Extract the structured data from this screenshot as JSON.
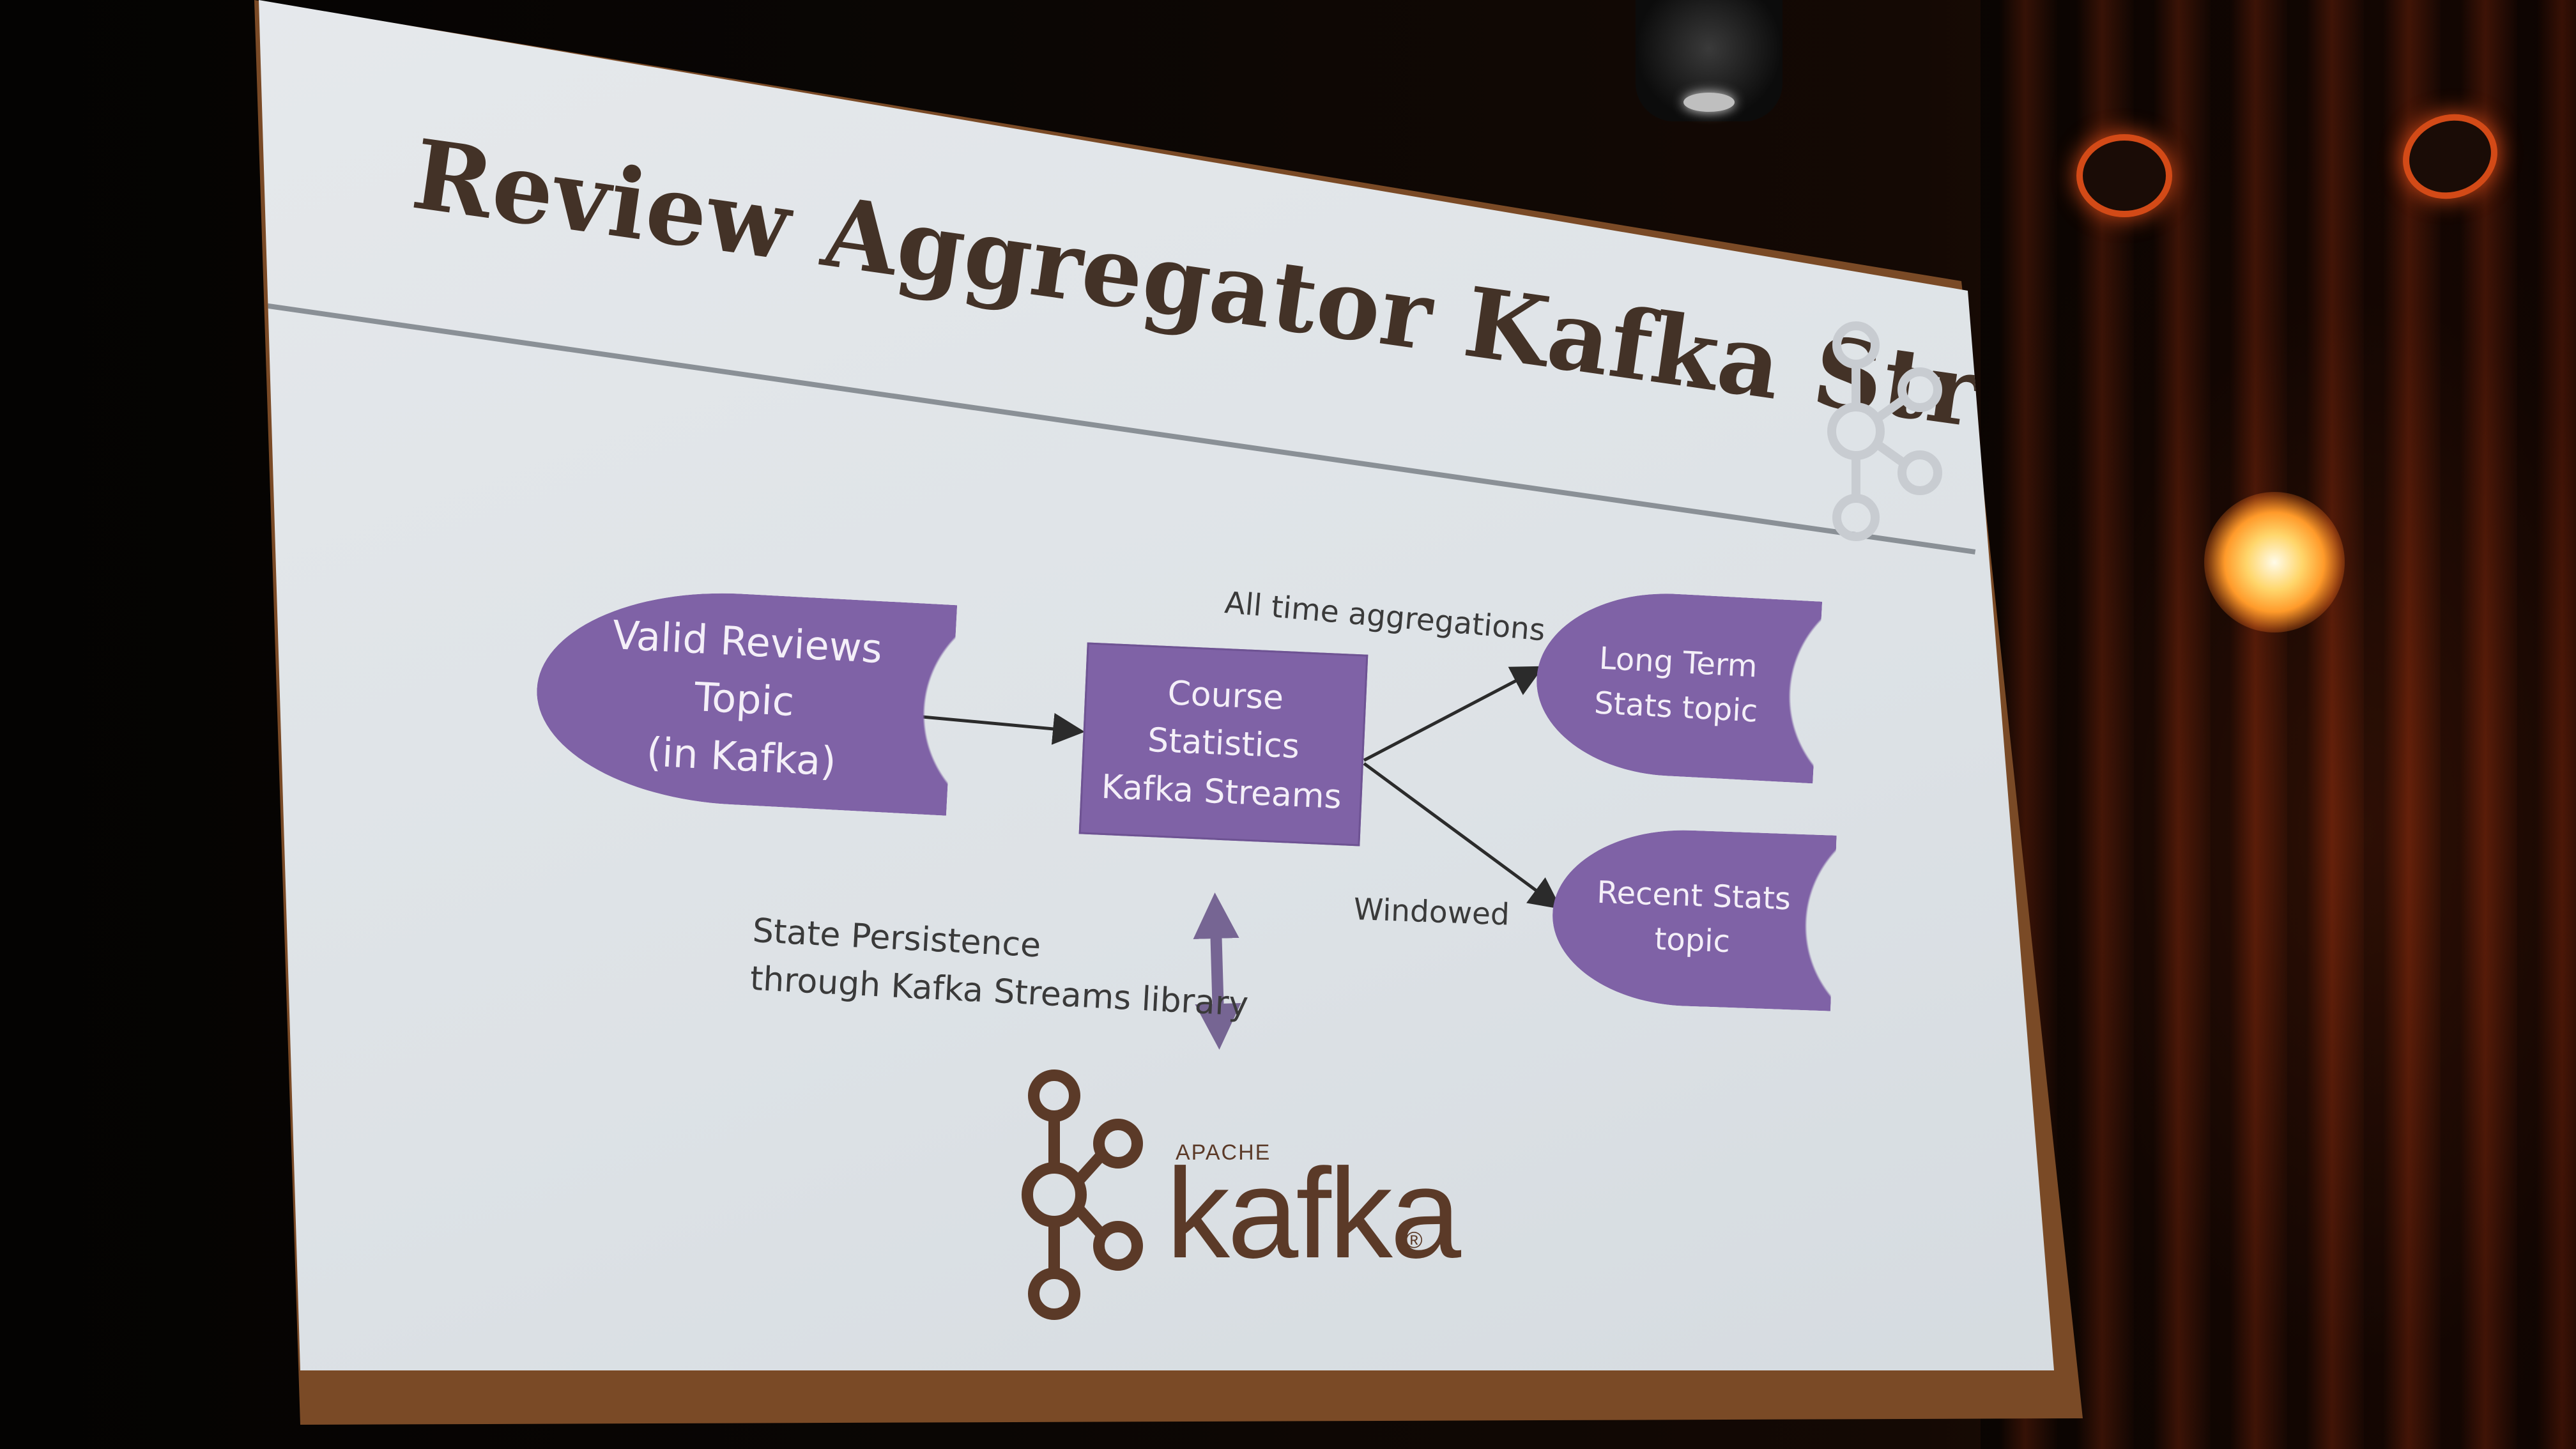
{
  "slide": {
    "title": "Review Aggregator Kafka Streams"
  },
  "diagram": {
    "nodes": {
      "valid_reviews": "Valid Reviews\nTopic\n(in Kafka)",
      "course_stats": "Course Statistics\nKafka Streams",
      "long_term": "Long Term\nStats topic",
      "recent_stats": "Recent Stats\ntopic"
    },
    "edge_labels": {
      "all_time": "All time aggregations",
      "windowed": "Windowed",
      "state_persistence": "State Persistence\nthrough Kafka Streams library"
    }
  },
  "logo": {
    "apache": "APACHE",
    "kafka": "kafka",
    "registered": "®"
  },
  "colors": {
    "node_fill": "#7f62a6",
    "title_text": "#433227",
    "kafka_brown": "#5b3a28",
    "slide_bg": "#e1e5e9"
  }
}
